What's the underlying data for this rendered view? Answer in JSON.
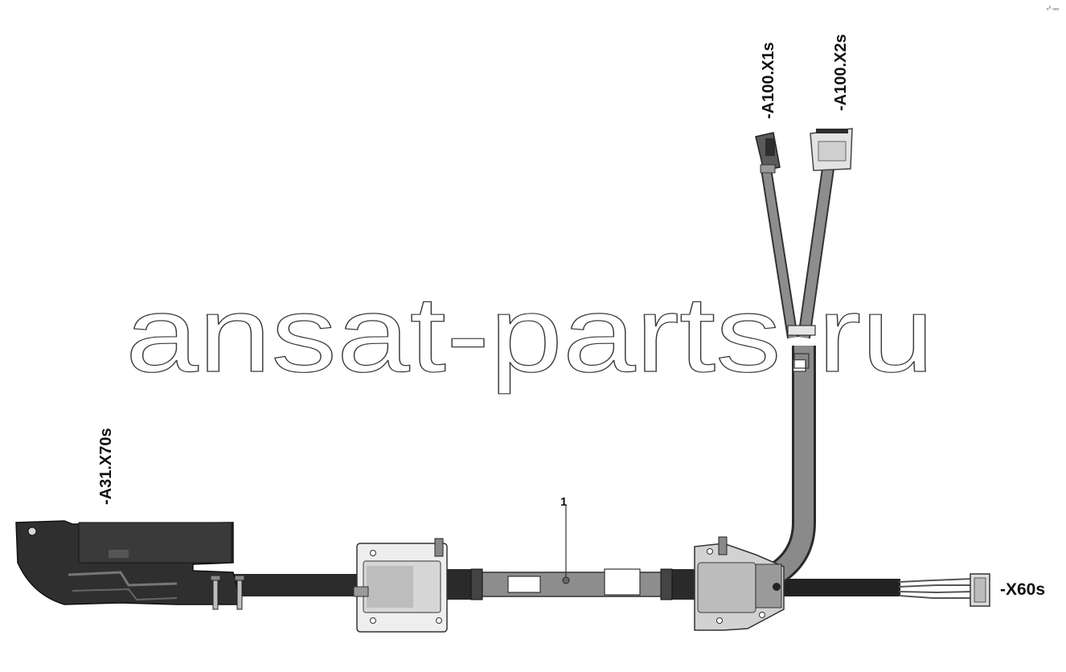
{
  "watermark": "ansat-parts.ru",
  "corner_mark": "ₑᵒ ₒₒₒ",
  "labels": {
    "a100_x1s": "-A100.X1s",
    "a100_x2s": "-A100.X2s",
    "a31_x70s": "-A31.X70s",
    "x60s": "-X60s",
    "callout_1": "1"
  }
}
